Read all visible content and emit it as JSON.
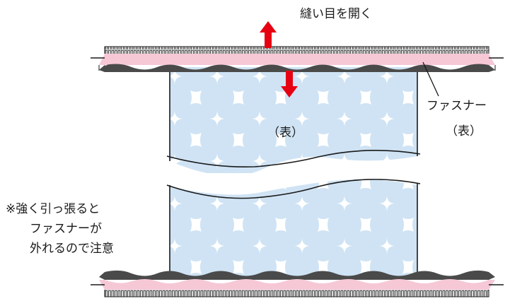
{
  "labels": {
    "open_seam": "縫い目を開く",
    "zipper_line1": "ファスナー",
    "zipper_line2": "（表）",
    "fabric_face": "（表）",
    "caution_line1": "※強く引っ張ると",
    "caution_line2": "ファスナーが",
    "caution_line3": "外れるので注意"
  },
  "colors": {
    "fabric_fill": "#cfe3f4",
    "fabric_pattern": "#ffffff",
    "zipper_tape": "#f6c8d6",
    "zipper_teeth_dark": "#4a4a4a",
    "arrow": "#e60012",
    "line": "#1a1a1a"
  },
  "icons": {
    "arrow_up": "arrow-up-icon",
    "arrow_down": "arrow-down-icon"
  }
}
